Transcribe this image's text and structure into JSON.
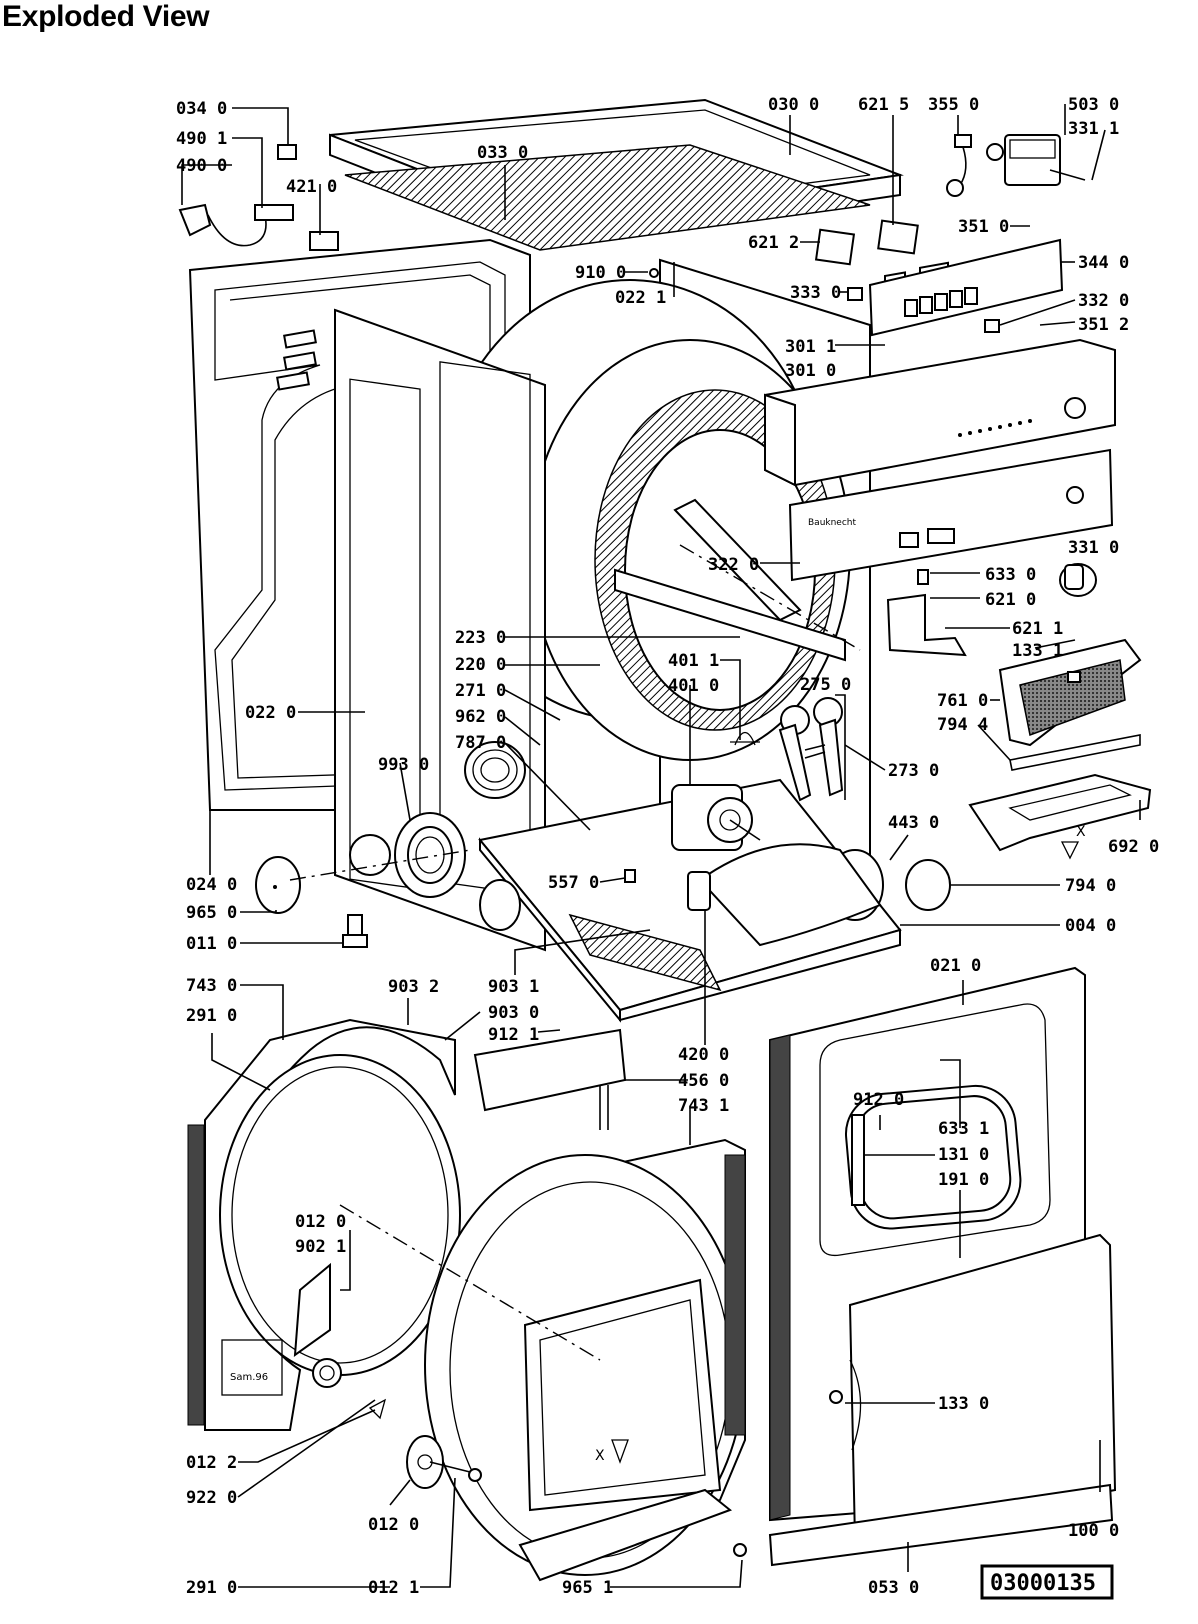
{
  "title": "Exploded View",
  "drawing_number": "03000135",
  "labels": [
    {
      "id": "l1",
      "text": "034 0"
    },
    {
      "id": "l2",
      "text": "490 1"
    },
    {
      "id": "l3",
      "text": "490 0"
    },
    {
      "id": "l4",
      "text": "421 0"
    },
    {
      "id": "l5",
      "text": "033 0"
    },
    {
      "id": "l6",
      "text": "030 0"
    },
    {
      "id": "l7",
      "text": "621 5"
    },
    {
      "id": "l8",
      "text": "355 0"
    },
    {
      "id": "l9",
      "text": "503 0"
    },
    {
      "id": "l10",
      "text": "331 1"
    },
    {
      "id": "l11",
      "text": "351 0"
    },
    {
      "id": "l12",
      "text": "621 2"
    },
    {
      "id": "l13",
      "text": "344 0"
    },
    {
      "id": "l14",
      "text": "910 0"
    },
    {
      "id": "l15",
      "text": "022 1"
    },
    {
      "id": "l16",
      "text": "333 0"
    },
    {
      "id": "l17",
      "text": "332 0"
    },
    {
      "id": "l18",
      "text": "351 2"
    },
    {
      "id": "l19",
      "text": "301 1"
    },
    {
      "id": "l20",
      "text": "301 0"
    },
    {
      "id": "l21",
      "text": "322 0"
    },
    {
      "id": "l22",
      "text": "331 0"
    },
    {
      "id": "l23",
      "text": "633 0"
    },
    {
      "id": "l24",
      "text": "621 0"
    },
    {
      "id": "l25",
      "text": "621 1"
    },
    {
      "id": "l26",
      "text": "133 1"
    },
    {
      "id": "l27",
      "text": "223 0"
    },
    {
      "id": "l28",
      "text": "220 0"
    },
    {
      "id": "l29",
      "text": "271 0"
    },
    {
      "id": "l30",
      "text": "962 0"
    },
    {
      "id": "l31",
      "text": "787 0"
    },
    {
      "id": "l32",
      "text": "401 1"
    },
    {
      "id": "l33",
      "text": "401 0"
    },
    {
      "id": "l34",
      "text": "275 0"
    },
    {
      "id": "l35",
      "text": "761 0"
    },
    {
      "id": "l36",
      "text": "794 4"
    },
    {
      "id": "l37",
      "text": "022 0"
    },
    {
      "id": "l38",
      "text": "993 0"
    },
    {
      "id": "l39",
      "text": "273 0"
    },
    {
      "id": "l40",
      "text": "443 0"
    },
    {
      "id": "l41",
      "text": "692 0"
    },
    {
      "id": "l42",
      "text": "024 0"
    },
    {
      "id": "l43",
      "text": "965 0"
    },
    {
      "id": "l44",
      "text": "557 0"
    },
    {
      "id": "l45",
      "text": "794 0"
    },
    {
      "id": "l46",
      "text": "011 0"
    },
    {
      "id": "l47",
      "text": "004 0"
    },
    {
      "id": "l48",
      "text": "743 0"
    },
    {
      "id": "l49",
      "text": "291 0"
    },
    {
      "id": "l50",
      "text": "903 2"
    },
    {
      "id": "l51",
      "text": "903 1"
    },
    {
      "id": "l52",
      "text": "903 0"
    },
    {
      "id": "l53",
      "text": "912 1"
    },
    {
      "id": "l54",
      "text": "021 0"
    },
    {
      "id": "l55",
      "text": "420 0"
    },
    {
      "id": "l56",
      "text": "456 0"
    },
    {
      "id": "l57",
      "text": "743 1"
    },
    {
      "id": "l58",
      "text": "912 0"
    },
    {
      "id": "l59",
      "text": "633 1"
    },
    {
      "id": "l60",
      "text": "131 0"
    },
    {
      "id": "l61",
      "text": "191 0"
    },
    {
      "id": "l62",
      "text": "012 0"
    },
    {
      "id": "l63",
      "text": "902 1"
    },
    {
      "id": "l64",
      "text": "133 0"
    },
    {
      "id": "l65",
      "text": "012 2"
    },
    {
      "id": "l66",
      "text": "922 0"
    },
    {
      "id": "l67",
      "text": "012 0"
    },
    {
      "id": "l68",
      "text": "100 0"
    },
    {
      "id": "l69",
      "text": "291 0"
    },
    {
      "id": "l70",
      "text": "012 1"
    },
    {
      "id": "l71",
      "text": "965 1"
    },
    {
      "id": "l72",
      "text": "053 0"
    }
  ],
  "panel_markings": {
    "brand": "Bauknecht",
    "filter_marks": [
      "X",
      "X"
    ],
    "panel_text": "Sam.96"
  }
}
